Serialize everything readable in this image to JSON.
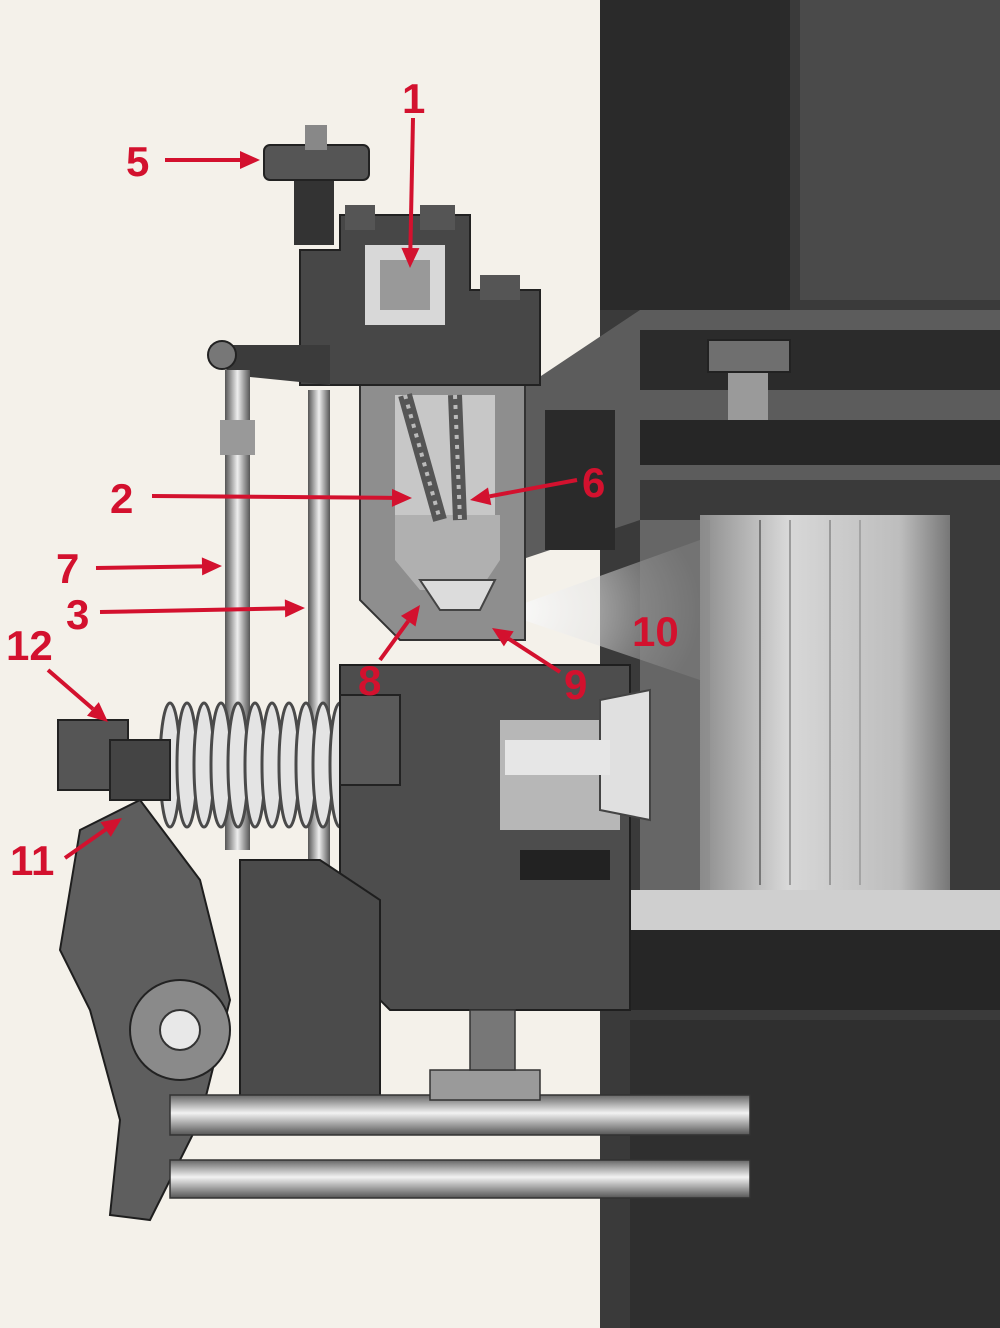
{
  "colors": {
    "callout": "#d3112e",
    "paper": "#f4f1ea",
    "dark_metal": "#2c2c2c",
    "mid_metal": "#6a6a6a",
    "light_metal": "#b9b9b9",
    "cylinder_wall": "#3a3a3a"
  },
  "callouts": [
    {
      "id": "1",
      "label": "1"
    },
    {
      "id": "2",
      "label": "2"
    },
    {
      "id": "3",
      "label": "3"
    },
    {
      "id": "5",
      "label": "5"
    },
    {
      "id": "6",
      "label": "6"
    },
    {
      "id": "7",
      "label": "7"
    },
    {
      "id": "8",
      "label": "8"
    },
    {
      "id": "9",
      "label": "9"
    },
    {
      "id": "10",
      "label": "10"
    },
    {
      "id": "11",
      "label": "11"
    },
    {
      "id": "12",
      "label": "12"
    }
  ]
}
